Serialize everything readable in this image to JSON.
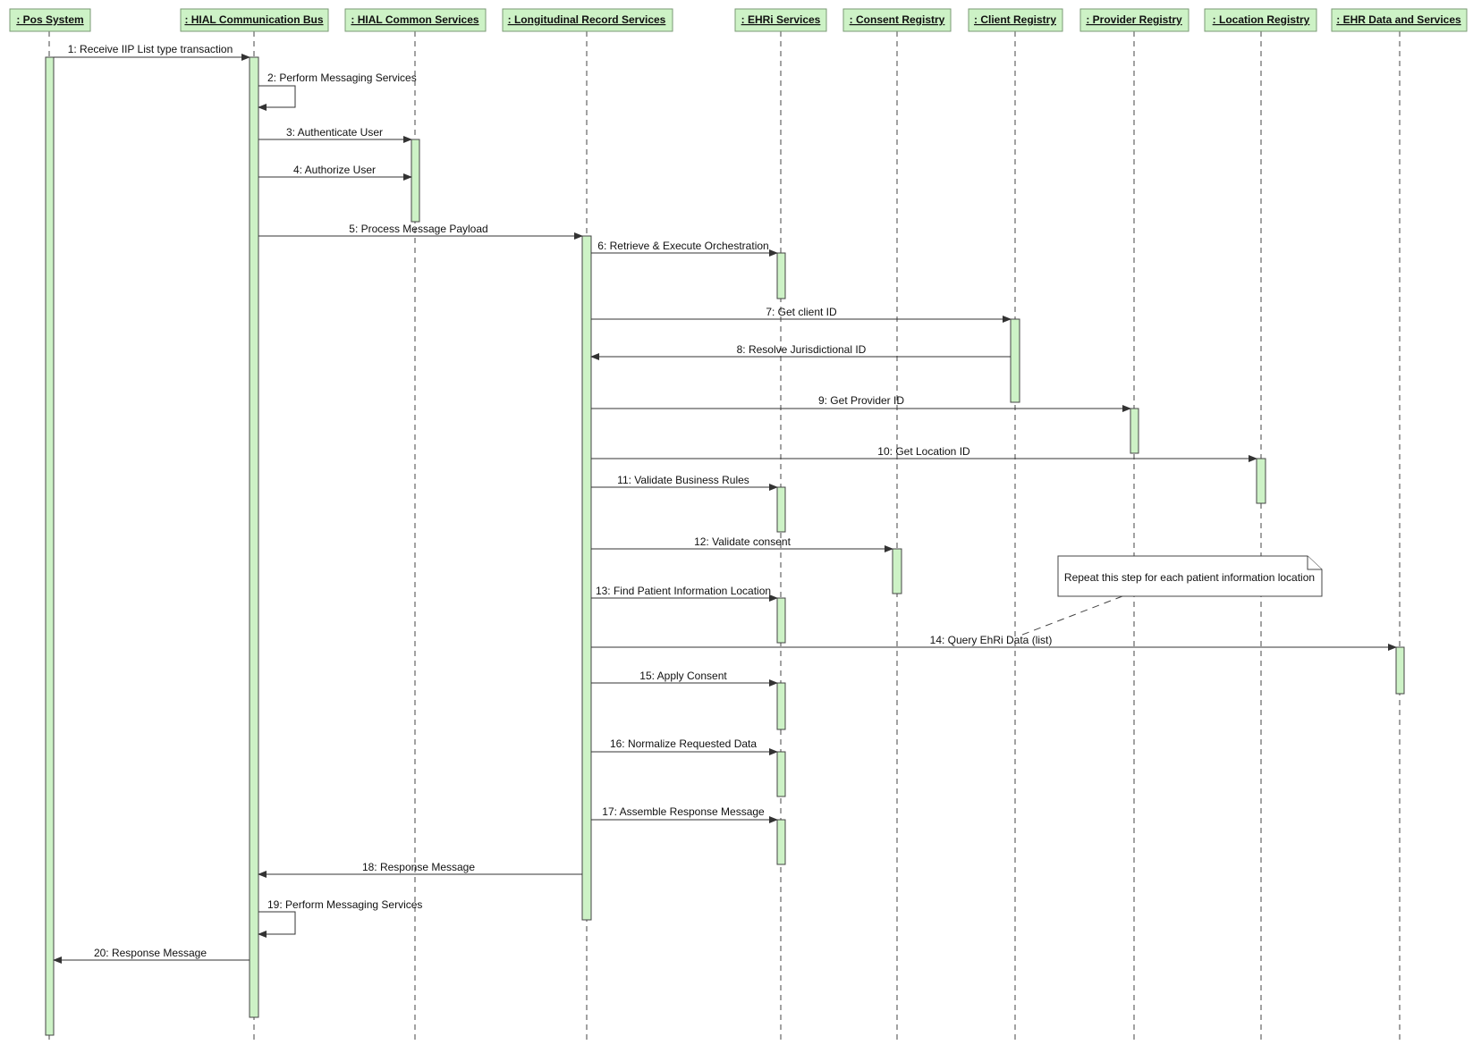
{
  "lifelines": [
    {
      "id": "pos",
      "label": ": Pos System"
    },
    {
      "id": "hial",
      "label": ": HIAL Communication Bus"
    },
    {
      "id": "common",
      "label": ": HIAL Common Services"
    },
    {
      "id": "lrs",
      "label": ": Longitudinal Record Services"
    },
    {
      "id": "ehri",
      "label": ": EHRi Services"
    },
    {
      "id": "consent",
      "label": ": Consent Registry"
    },
    {
      "id": "client",
      "label": ": Client Registry"
    },
    {
      "id": "provider",
      "label": ": Provider Registry"
    },
    {
      "id": "location",
      "label": ": Location Registry"
    },
    {
      "id": "ehrdata",
      "label": ": EHR Data and Services"
    }
  ],
  "messages": [
    {
      "n": 1,
      "label": "1: Receive IIP List type transaction",
      "from": "pos",
      "to": "hial"
    },
    {
      "n": 2,
      "label": "2: Perform Messaging Services",
      "from": "hial",
      "to": "hial"
    },
    {
      "n": 3,
      "label": "3: Authenticate User",
      "from": "hial",
      "to": "common"
    },
    {
      "n": 4,
      "label": "4: Authorize User",
      "from": "hial",
      "to": "common"
    },
    {
      "n": 5,
      "label": "5: Process Message Payload",
      "from": "hial",
      "to": "lrs"
    },
    {
      "n": 6,
      "label": "6: Retrieve & Execute Orchestration",
      "from": "lrs",
      "to": "ehri"
    },
    {
      "n": 7,
      "label": "7: Get client ID",
      "from": "lrs",
      "to": "client"
    },
    {
      "n": 8,
      "label": "8: Resolve Jurisdictional ID",
      "from": "client",
      "to": "lrs"
    },
    {
      "n": 9,
      "label": "9: Get Provider ID",
      "from": "lrs",
      "to": "provider"
    },
    {
      "n": 10,
      "label": "10: Get Location ID",
      "from": "lrs",
      "to": "location"
    },
    {
      "n": 11,
      "label": "11: Validate Business Rules",
      "from": "lrs",
      "to": "ehri"
    },
    {
      "n": 12,
      "label": "12: Validate consent",
      "from": "lrs",
      "to": "consent"
    },
    {
      "n": 13,
      "label": "13: Find Patient Information Location",
      "from": "lrs",
      "to": "ehri"
    },
    {
      "n": 14,
      "label": "14: Query EhRi Data (list)",
      "from": "lrs",
      "to": "ehrdata"
    },
    {
      "n": 15,
      "label": "15: Apply Consent",
      "from": "lrs",
      "to": "ehri"
    },
    {
      "n": 16,
      "label": "16: Normalize Requested Data",
      "from": "lrs",
      "to": "ehri"
    },
    {
      "n": 17,
      "label": "17: Assemble Response Message",
      "from": "lrs",
      "to": "ehri"
    },
    {
      "n": 18,
      "label": "18: Response Message",
      "from": "lrs",
      "to": "hial"
    },
    {
      "n": 19,
      "label": "19: Perform Messaging Services",
      "from": "hial",
      "to": "hial"
    },
    {
      "n": 20,
      "label": "20: Response Message",
      "from": "hial",
      "to": "pos"
    }
  ],
  "note": {
    "text": "Repeat this step for each patient information location",
    "attached_to_message": 14
  },
  "colors": {
    "box_fill": "#cdf2c6",
    "line": "#333333"
  }
}
